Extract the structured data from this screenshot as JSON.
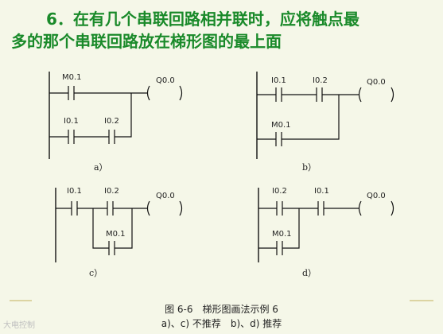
{
  "heading": {
    "line1": "6．在有几个串联回路相并联时，应将触点最",
    "line2": "多的那个串联回路放在梯形图的最上面"
  },
  "diagrams": {
    "a": {
      "caption": "a）",
      "c1": "M0.1",
      "c2": "I0.1",
      "c3": "I0.2",
      "coil": "Q0.0"
    },
    "b": {
      "caption": "b）",
      "c1": "I0.1",
      "c2": "I0.2",
      "c3": "M0.1",
      "coil": "Q0.0"
    },
    "c": {
      "caption": "c）",
      "c1": "I0.1",
      "c2": "I0.2",
      "c3": "M0.1",
      "coil": "Q0.0"
    },
    "d": {
      "caption": "d）",
      "c1": "I0.2",
      "c2": "I0.1",
      "c3": "M0.1",
      "coil": "Q0.0"
    }
  },
  "figure": {
    "caption": "图 6-6　梯形图画法示例 6",
    "note": "a)、c) 不推荐　b)、d) 推荐"
  },
  "watermark": "大电控制"
}
